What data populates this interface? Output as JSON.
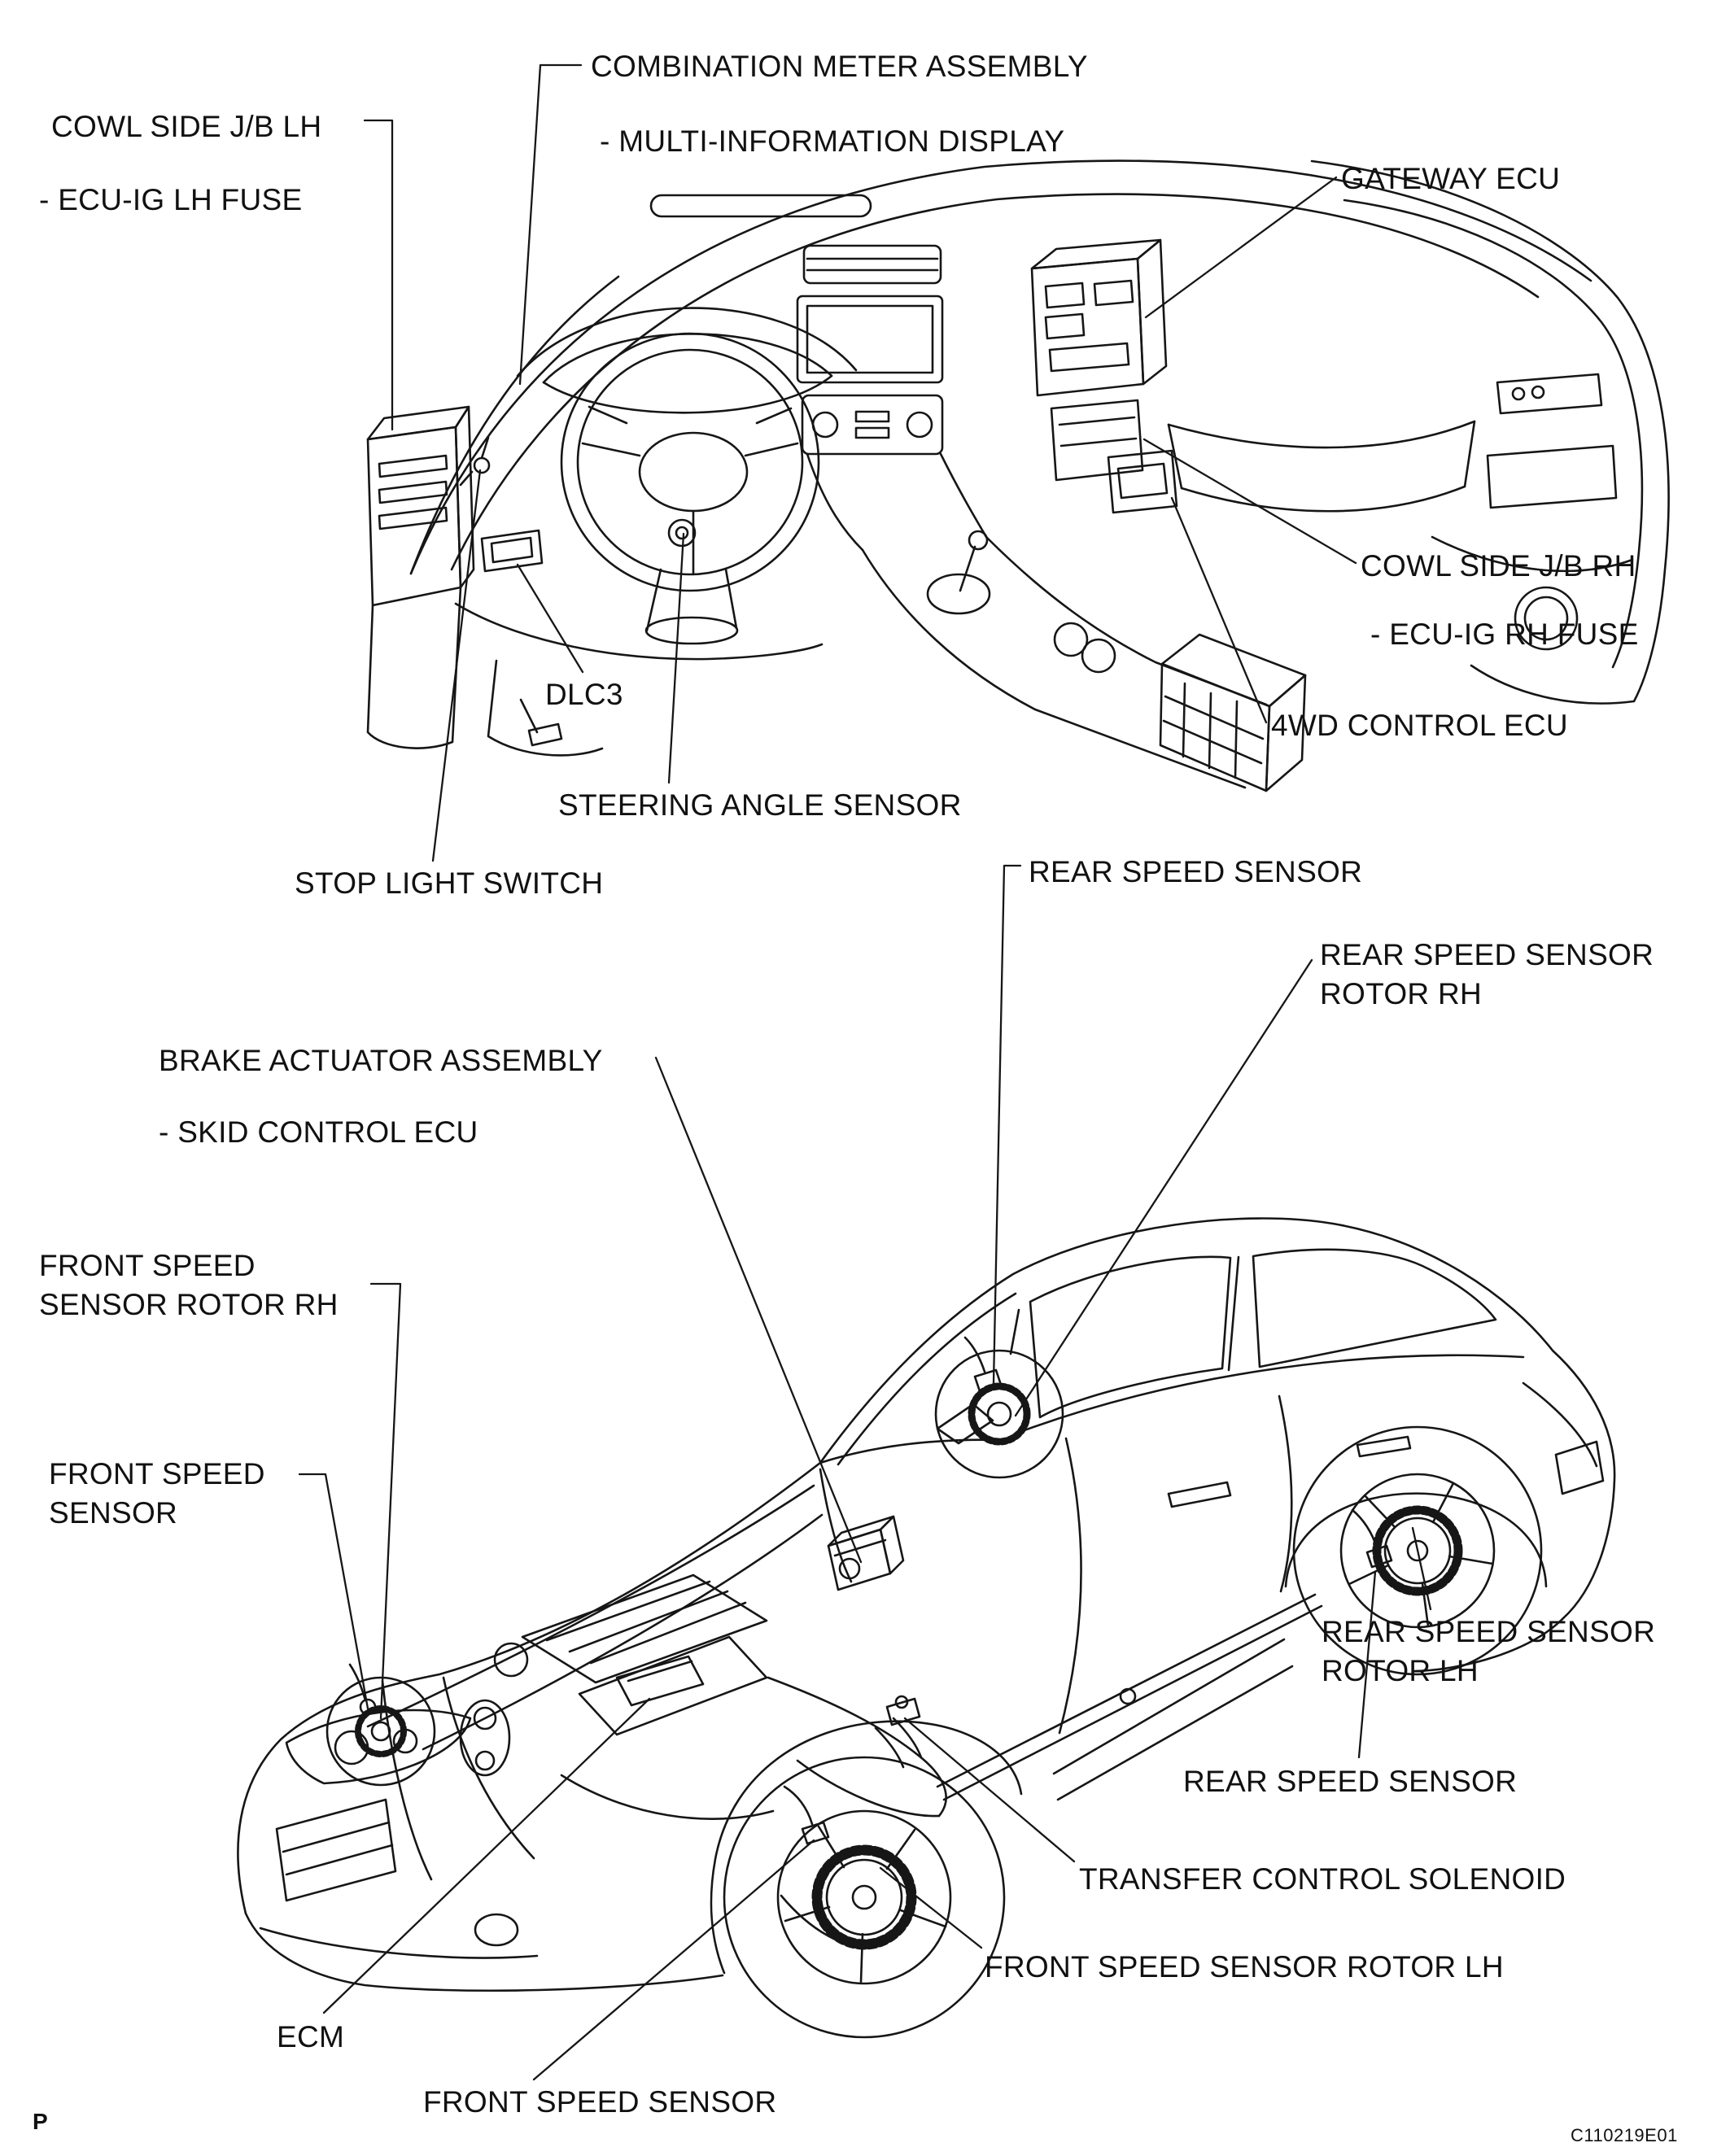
{
  "page": {
    "footer_left": "P",
    "figure_code": "C110219E01"
  },
  "upper": {
    "combination_meter": {
      "line1": "COMBINATION METER ASSEMBLY",
      "line2": "- MULTI-INFORMATION DISPLAY"
    },
    "cowl_lh": {
      "line1": "COWL SIDE J/B LH",
      "line2": "- ECU-IG LH FUSE"
    },
    "gateway_ecu": "GATEWAY ECU",
    "cowl_rh": {
      "line1": "COWL SIDE J/B RH",
      "line2": "- ECU-IG RH FUSE"
    },
    "awd_ecu": "4WD CONTROL ECU",
    "dlc3": "DLC3",
    "steering_angle_sensor": "STEERING ANGLE SENSOR",
    "stop_light_switch": "STOP LIGHT SWITCH"
  },
  "lower": {
    "rear_speed_sensor_rh": "REAR SPEED SENSOR",
    "rear_rotor_rh": {
      "line1": "REAR SPEED SENSOR",
      "line2": "ROTOR RH"
    },
    "brake_actuator": {
      "line1": "BRAKE ACTUATOR ASSEMBLY",
      "line2": "- SKID CONTROL ECU"
    },
    "front_rotor_rh": {
      "line1": "FRONT SPEED",
      "line2": "SENSOR ROTOR RH"
    },
    "front_speed_sensor_rh": {
      "line1": "FRONT SPEED",
      "line2": "SENSOR"
    },
    "rear_rotor_lh": {
      "line1": "REAR SPEED SENSOR",
      "line2": "ROTOR LH"
    },
    "rear_speed_sensor_lh": "REAR SPEED SENSOR",
    "transfer_control_solenoid": "TRANSFER CONTROL SOLENOID",
    "front_rotor_lh": "FRONT SPEED SENSOR ROTOR LH",
    "ecm": "ECM",
    "front_speed_sensor_lh": "FRONT SPEED SENSOR"
  }
}
